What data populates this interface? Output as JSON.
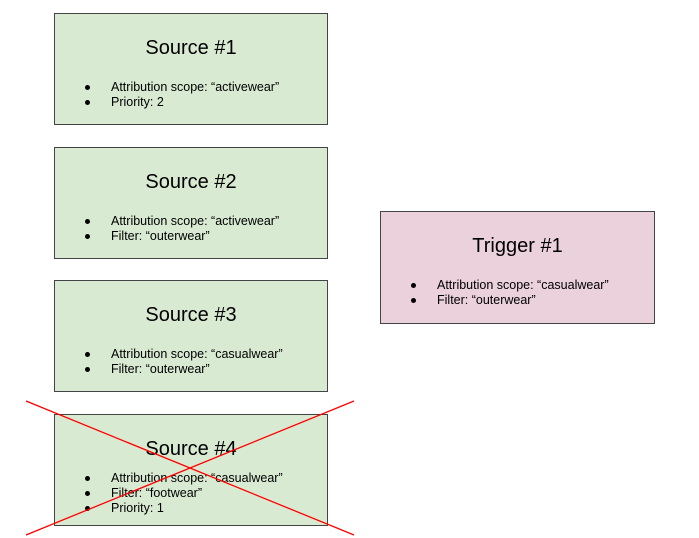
{
  "colors": {
    "source_fill": "#d9ead3",
    "trigger_fill": "#ead1dc",
    "border": "#444444",
    "strike_line": "#ff0000"
  },
  "sources": [
    {
      "title": "Source #1",
      "items": [
        "Attribution scope:  “activewear”",
        "Priority: 2"
      ],
      "crossed_out": false
    },
    {
      "title": "Source #2",
      "items": [
        "Attribution scope:  “activewear”",
        "Filter:  “outerwear”"
      ],
      "crossed_out": false
    },
    {
      "title": "Source #3",
      "items": [
        "Attribution scope:  “casualwear”",
        "Filter:  “outerwear”"
      ],
      "crossed_out": false
    },
    {
      "title": "Source #4",
      "items": [
        "Attribution scope:  “casualwear”",
        "Filter:  “footwear”",
        "Priority:  1"
      ],
      "crossed_out": true
    }
  ],
  "trigger": {
    "title": "Trigger #1",
    "items": [
      "Attribution scope:  “casualwear”",
      "Filter:  “outerwear”"
    ]
  }
}
